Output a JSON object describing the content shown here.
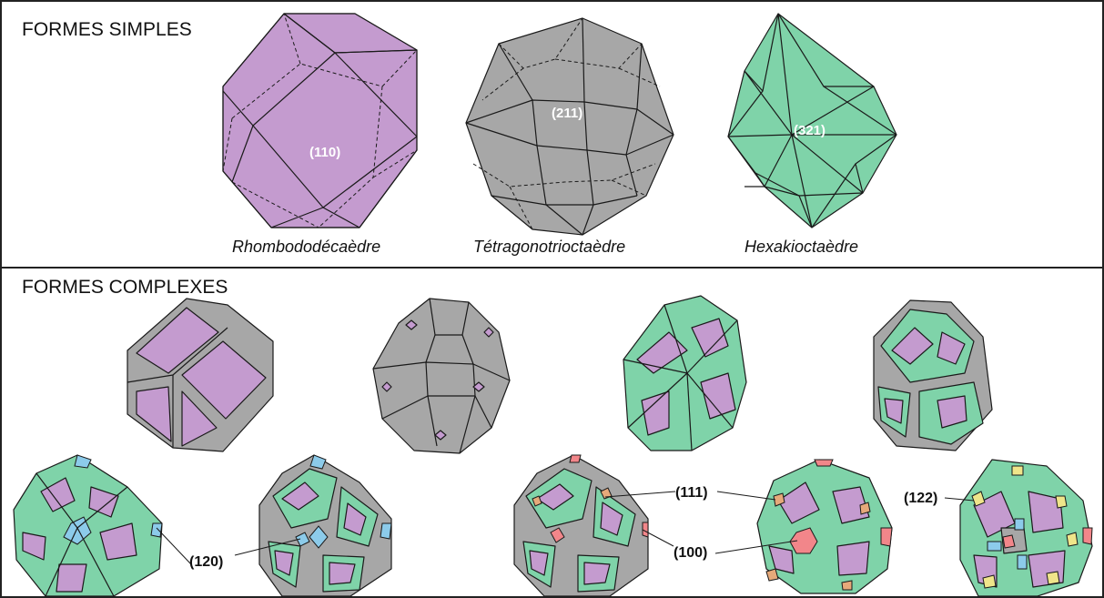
{
  "sections": {
    "simple_title": "FORMES SIMPLES",
    "complex_title": "FORMES COMPLEXES"
  },
  "simple_forms": [
    {
      "name": "Rhombododécaèdre",
      "index": "(110)"
    },
    {
      "name": "Tétragonotrioctaèdre",
      "index": "(211)"
    },
    {
      "name": "Hexakioctaèdre",
      "index": "(321)"
    }
  ],
  "callouts": {
    "c120": "(120)",
    "c111": "(111)",
    "c100": "(100)",
    "c122": "(122)"
  },
  "colors": {
    "purple": "#c49bcf",
    "gray": "#a7a7a7",
    "green": "#7fd3a9",
    "blue": "#8ccbea",
    "red": "#f2868a",
    "orange": "#e6a97a",
    "yellow": "#efe58a",
    "stroke": "#1a1a1a"
  }
}
